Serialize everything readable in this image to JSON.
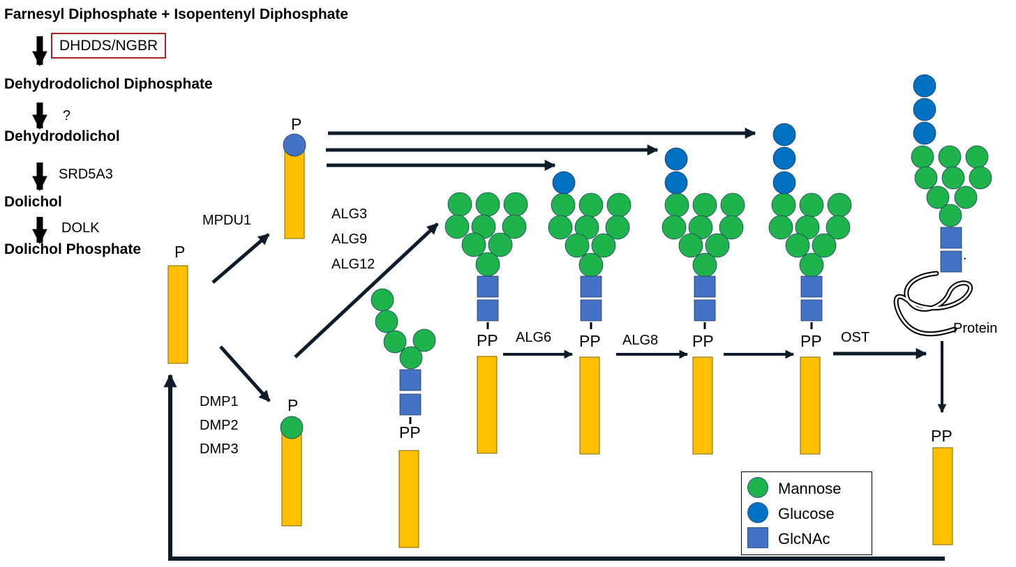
{
  "colors": {
    "mannose": "#1fb34b",
    "glucose": "#0070c0",
    "glcnac": "#4472c4",
    "dolichol": "#ffc000",
    "arrow": "#0d1b2a",
    "enzyme_box": "#b22222"
  },
  "pathway": {
    "step0": "Farnesyl Diphosphate + Isopentenyl Diphosphate",
    "enzyme1": "DHDDS/NGBR",
    "step1": "Dehydrodolichol Diphosphate",
    "enzyme2": "?",
    "step2": "Dehydrodolichol",
    "enzyme3": "SRD5A3",
    "step3": "Dolichol",
    "enzyme4": "DOLK",
    "step4": "Dolichol Phosphate"
  },
  "enzymes": {
    "mpdu1": "MPDU1",
    "alg3": "ALG3",
    "alg9": "ALG9",
    "alg12": "ALG12",
    "dmp1": "DMP1",
    "dmp2": "DMP2",
    "dmp3": "DMP3",
    "alg6": "ALG6",
    "alg8": "ALG8",
    "ost": "OST"
  },
  "labels": {
    "p": "P",
    "pp": "PP",
    "protein": "Protein",
    "dot": "."
  },
  "legend": {
    "mannose": "Mannose",
    "glucose": "Glucose",
    "glcnac": "GlcNAc"
  }
}
